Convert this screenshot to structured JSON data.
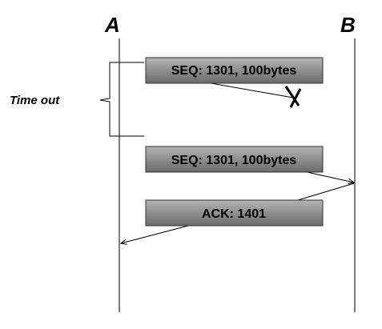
{
  "endpoints": {
    "a": "A",
    "b": "B"
  },
  "timeout_label": "Time out",
  "packets": {
    "first_seq": "SEQ: 1301, 100bytes",
    "retransmit_seq": "SEQ: 1301, 100bytes",
    "ack": "ACK: 1401"
  },
  "colors": {
    "packet_fill_top": "#a9a9a9",
    "packet_fill_bottom": "#6e6e6e",
    "line": "#000000"
  },
  "lost_marker_icon": "x-mark-icon"
}
